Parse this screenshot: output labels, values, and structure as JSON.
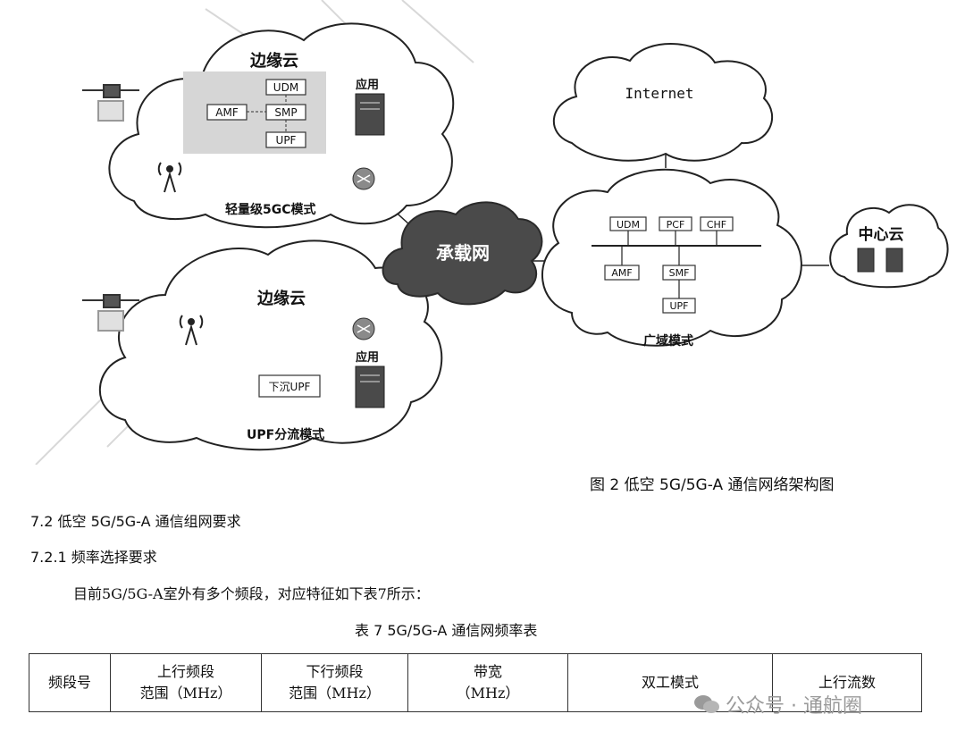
{
  "diagram": {
    "edge1": {
      "title": "边缘云",
      "nf": [
        "UDM",
        "AMF",
        "SMP",
        "UPF"
      ],
      "app": "应用",
      "mode": "轻量级5GC模式"
    },
    "edge2": {
      "title": "边缘云",
      "upf": "下沉UPF",
      "app": "应用",
      "mode": "UPF分流模式"
    },
    "bearer": "承载网",
    "internet": "Internet",
    "wan": {
      "nf_top": [
        "UDM",
        "PCF",
        "CHF"
      ],
      "nf_bottom": [
        "AMF",
        "SMF",
        "UPF"
      ],
      "mode": "广域模式"
    },
    "center": "中心云"
  },
  "caption": "图 2  低空 5G/5G-A 通信网络架构图",
  "section_72": "7.2  低空 5G/5G-A 通信组网要求",
  "section_721": "7.2.1  频率选择要求",
  "paragraph": "目前5G/5G-A室外有多个频段，对应特征如下表7所示：",
  "table_caption": "表 7  5G/5G-A 通信网频率表",
  "table_headers": {
    "band": "频段号",
    "ul_1": "上行频段",
    "ul_2": "范围（MHz）",
    "dl_1": "下行频段",
    "dl_2": "范围（MHz）",
    "bw_1": "带宽",
    "bw_2": "（MHz）",
    "duplex": "双工模式",
    "ul_streams": "上行流数"
  },
  "watermark": "公众号 · 通航圈"
}
